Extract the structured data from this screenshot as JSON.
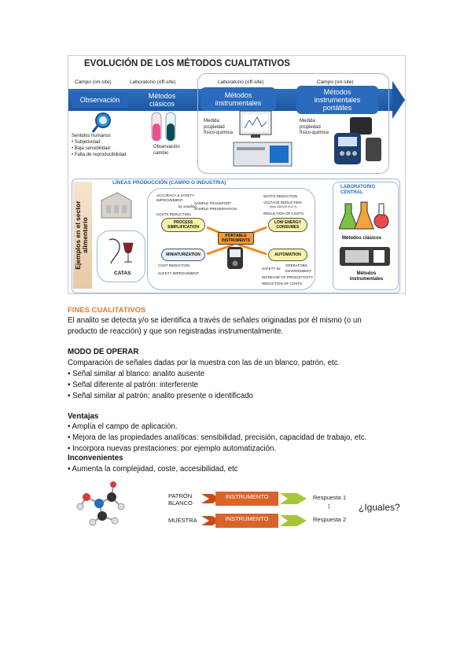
{
  "figure": {
    "title": "EVOLUCIÓN DE LOS MÉTODOS CUALITATIVOS",
    "steps": [
      {
        "context": "Campo (on-site)",
        "label": "Observación"
      },
      {
        "context": "Laboratorio (off-site)",
        "label": "Métodos clásicos"
      },
      {
        "context": "Laboratorio (off-site)",
        "label": "Métodos instrumentales"
      },
      {
        "context": "Campo (on-site)",
        "label": "Métodos instrumentales portátiles"
      }
    ],
    "observation_notes": {
      "heading": "Sentidos humanos",
      "bullets": [
        "Subjetividad",
        "Baja sensibilidad",
        "Falta de reproducibilidad"
      ]
    },
    "classic_note": "Observación cambio",
    "instrumental_note": "Medida propiedad físico-química",
    "portable_note": "Medida propiedad físico-química",
    "side_label": "Ejemplos en el sector alimentario",
    "production_title": "LÍNEAS PRODUCCIÓN (CAMPO O INDUSTRIA)",
    "lab_title": "LABORATORIO CENTRAL",
    "catas_label": "CATAS",
    "lab_items": [
      "Métodos clásicos",
      "Métodos instrumentales"
    ],
    "center_label": "PORTABLE INSTRUMENTS",
    "pills": [
      "PROCESS SIMPLIFICATION",
      "LOW ENERGY CONSUMES",
      "MINIATURIZATION",
      "AUTOMATION"
    ],
    "notes": {
      "top_left": "ACCURACY & SAFETY IMPROVEMENT",
      "top_left_sub": "by avoiding",
      "sample_transport": "SAMPLE TRANSPORT",
      "sample_preservation": "SAMPLE PRESERVATION",
      "costs_reduction": "COSTS REDUCTION",
      "watts": "WATTS REDUCTION",
      "voltage": "VOLTAGE REDUCTION",
      "voltage_sub": "(from 230/125 V/12 V)",
      "reduction_costs": "REDUCTION OF COSTS",
      "cost_reduction": "COST REDUCTION",
      "safety_improvement": "SAFETY IMPROVEMENT",
      "safety_for": "SAFETY for",
      "operators": "OPERATORS",
      "environment": "ENVIRONMENT",
      "productivity": "INCREASE OF PRODUCTIVITY",
      "reduction_costs2": "REDUCTION OF COSTS"
    }
  },
  "fines": {
    "heading": "FINES CUALITATIVOS",
    "line1": "El analito se detecta y/o se identifica a través de señales originadas por él mismo (o un",
    "line2": "producto de reacción) y que son registradas instrumentalmente."
  },
  "modo": {
    "heading": "MODO DE OPERAR",
    "lines": [
      "Comparación de señales dadas por la muestra con las de un blanco, patrón, etc.",
      "• Señal similar al blanco: analito ausente",
      "• Señal diferente al patrón: interferente",
      "• Señal similar al patrón: analito presente o identificado"
    ]
  },
  "ventajas": {
    "heading": "Ventajas",
    "lines": [
      "• Amplía el campo de aplicación.",
      "• Mejora de las propiedades analíticas: sensibilidad, precisión, capacidad de trabajo, etc.",
      "• Incorpora nuevas prestaciones: por ejemplo automatización."
    ]
  },
  "inconvenientes": {
    "heading": "Inconvenientes",
    "lines": [
      "• Aumenta la complejidad, coste, accesibilidad, etc"
    ]
  },
  "diagram": {
    "patron_line1": "PATRÓN",
    "patron_line2": "BLANCO",
    "muestra": "MUESTRA",
    "instrumento": "INSTRUMENTO",
    "respuesta1": "Respuesta 1",
    "respuesta2": "Respuesta 2",
    "question": "¿Iguales?",
    "arrow_symbol": "↕"
  }
}
